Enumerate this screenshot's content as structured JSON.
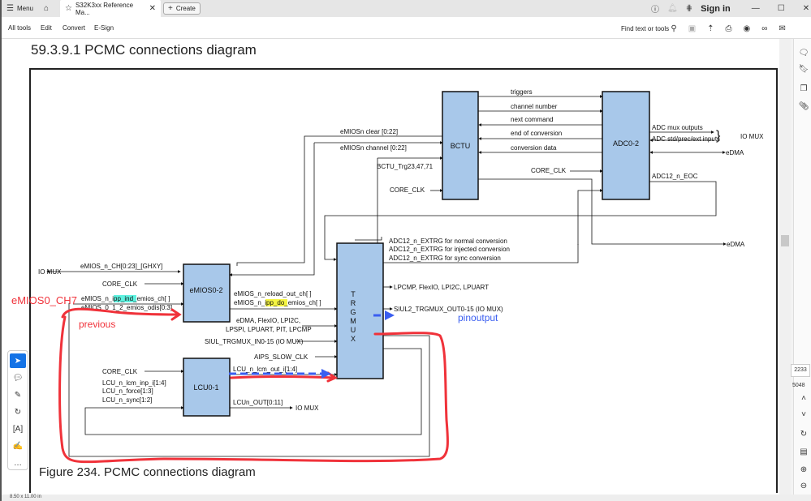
{
  "titlebar": {
    "menu_label": "Menu",
    "tab_title": "S32K3xx Reference Ma...",
    "create_label": "Create",
    "signin_label": "Sign in",
    "icons": [
      "menu-icon",
      "home-icon",
      "star-icon",
      "close-tab-icon",
      "plus-icon",
      "help-icon",
      "bell-icon",
      "apps-icon",
      "minimize-icon",
      "maximize-icon",
      "close-window-icon"
    ]
  },
  "toolbar": {
    "items": [
      "All tools",
      "Edit",
      "Convert",
      "E-Sign"
    ],
    "search_label": "Find text or tools",
    "right_icons": [
      "search-icon",
      "save-icon",
      "upload-icon",
      "print-icon",
      "share-user-icon",
      "link-icon",
      "mail-icon"
    ]
  },
  "document": {
    "section_title": "59.3.9.1   PCMC connections diagram",
    "figure_caption": "Figure 234.  PCMC connections diagram",
    "page_size": "8.50 x 11.00 in"
  },
  "diagram": {
    "blocks": {
      "bctu": "BCTU",
      "adc": "ADC0-2",
      "emios": "eMIOS0-2",
      "trgmux": [
        "T",
        "R",
        "G",
        "M",
        "U",
        "X"
      ],
      "lcu": "LCU0-1"
    },
    "bctu_adc": {
      "triggers": "triggers",
      "channel_number": "channel number",
      "next_command": "next command",
      "end_of_conversion": "end of conversion",
      "conversion_data": "conversion data",
      "core_clk": "CORE_CLK"
    },
    "adc_right": {
      "mux_outputs": "ADC mux outputs",
      "std_inputs": "ADC std/prec/ext inputs",
      "io_mux": "IO MUX",
      "edma": "eDMA",
      "eoc": "ADC12_n_EOC",
      "edma2": "eDMA"
    },
    "bctu_left": {
      "emios_clear": "eMIOSn clear [0:22]",
      "emios_channel": "eMIOSn channel [0:22]",
      "bctu_trg": "BCTU_Trg23,47,71",
      "core_clk": "CORE_CLK"
    },
    "extrg": {
      "normal": "ADC12_n_EXTRG for normal conversion",
      "injected": "ADC12_n_EXTRG for injected conversion",
      "sync": "ADC12_n_EXTRG for sync conversion"
    },
    "emios_left": {
      "io_mux": "IO MUX",
      "ch": "eMIOS_n_CH[0:23]_[GHXY]",
      "core_clk": "CORE_CLK",
      "ipp_ind_pre": "eMIOS_n_",
      "ipp_ind_hl": "ipp_ind",
      "ipp_ind_post": "_emios_ch[ ]",
      "odis": "eMIOS_0_1_2_emios_odis[0:3]"
    },
    "emios_right": {
      "reload": "eMIOS_n_reload_out_ch[ ]",
      "ipp_do_pre": "eMIOS_n_",
      "ipp_do_hl": "ipp_do",
      "ipp_do_post": "_emios_ch[ ]"
    },
    "trgmux_left": {
      "periph1": "eDMA, FlexIO, LPI2C,",
      "periph2": "LPSPI, LPUART, PIT, LPCMP",
      "siul_in": "SIUL_TRGMUX_IN0-15 (IO MUX)",
      "aips": "AIPS_SLOW_CLK",
      "lcu_out": "LCU_n_lcm_out_i[1:4]"
    },
    "trgmux_right": {
      "lpcmp": "LPCMP, FlexIO, LPI2C, LPUART",
      "siul_out": "SIUL2_TRGMUX_OUT0-15 (IO MUX)"
    },
    "lcu_left": {
      "core_clk": "CORE_CLK",
      "inp": "LCU_n_lcm_inp_i[1:4]",
      "force": "LCU_n_force[1:3]",
      "sync": "LCU_n_sync[1:2]"
    },
    "lcu_right": {
      "out": "LCUn_OUT[0:11]",
      "io_mux": "IO MUX"
    },
    "highlight_colors": {
      "cyan": "#5ef2e0",
      "yellow": "#f5f542"
    }
  },
  "annotations": {
    "emios_ch7": "eMIOS0_CH7",
    "previous": "previous",
    "pinoutput": "pinoutput",
    "red_color": "#f0323a",
    "blue_color": "#3a5ef0"
  },
  "left_tools": [
    "select-icon",
    "add-comment-icon",
    "draw-icon",
    "lasso-icon",
    "text-recognition-icon",
    "stamp-icon",
    "more-icon"
  ],
  "right_rail": {
    "icons": [
      "comment-icon",
      "bookmark-icon",
      "pages-icon",
      "attachment-icon"
    ],
    "page_current": "2233",
    "page_total": "5048",
    "nav_icons": [
      "page-up-icon",
      "page-down-icon",
      "rotate-icon",
      "page-fit-icon",
      "zoom-in-icon",
      "zoom-out-icon"
    ]
  }
}
